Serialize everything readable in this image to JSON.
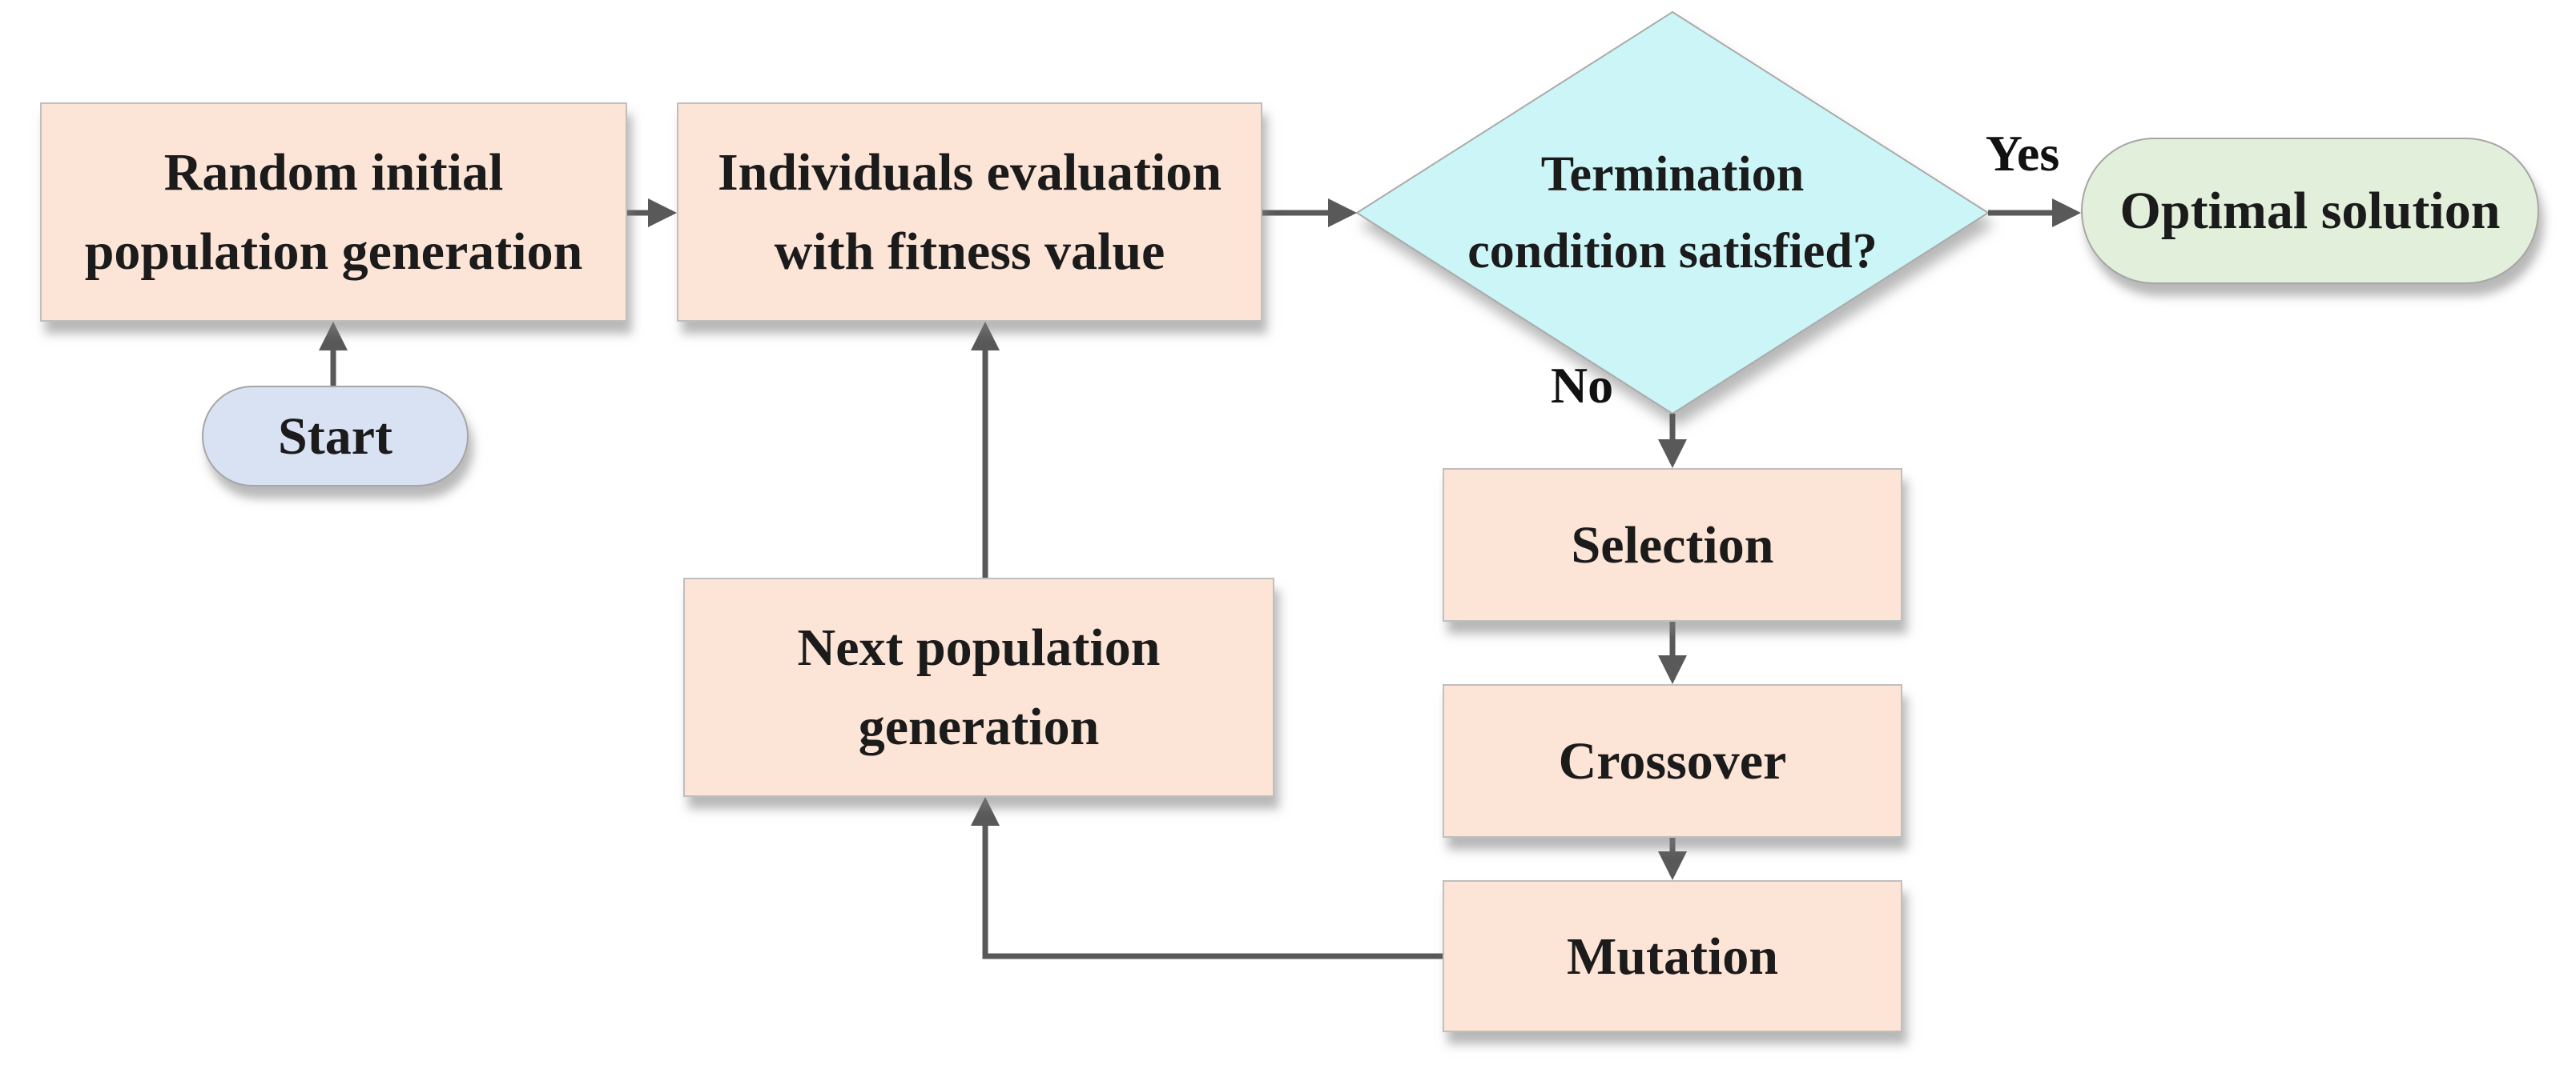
{
  "diagram_type": "flowchart",
  "nodes": {
    "start": {
      "label": "Start",
      "shape": "terminator"
    },
    "random": {
      "label": "Random initial\npopulation generation",
      "shape": "process"
    },
    "individuals": {
      "label": "Individuals evaluation\nwith fitness value",
      "shape": "process"
    },
    "termination": {
      "label": "Termination\ncondition satisfied?",
      "shape": "decision"
    },
    "optimal": {
      "label": "Optimal solution",
      "shape": "terminator"
    },
    "selection": {
      "label": "Selection",
      "shape": "process"
    },
    "crossover": {
      "label": "Crossover",
      "shape": "process"
    },
    "mutation": {
      "label": "Mutation",
      "shape": "process"
    },
    "next_population": {
      "label": "Next population\ngeneration",
      "shape": "process"
    }
  },
  "edge_labels": {
    "yes": "Yes",
    "no": "No"
  },
  "edges": [
    {
      "from": "start",
      "to": "random"
    },
    {
      "from": "random",
      "to": "individuals"
    },
    {
      "from": "individuals",
      "to": "termination"
    },
    {
      "from": "termination",
      "to": "optimal",
      "label": "Yes"
    },
    {
      "from": "termination",
      "to": "selection",
      "label": "No"
    },
    {
      "from": "selection",
      "to": "crossover"
    },
    {
      "from": "crossover",
      "to": "mutation"
    },
    {
      "from": "mutation",
      "to": "next_population"
    },
    {
      "from": "next_population",
      "to": "individuals"
    }
  ],
  "colors": {
    "process_fill": "#FCE4D6",
    "process_border": "#BFBFBF",
    "start_fill": "#D9E2F3",
    "end_fill": "#E2EFDA",
    "decision_fill": "#CCF5F8",
    "decision_border": "#ABABAB",
    "terminator_border": "#A6A6A6",
    "arrow": "#595959",
    "text": "#1B1B1B",
    "background": "#FFFFFF"
  }
}
